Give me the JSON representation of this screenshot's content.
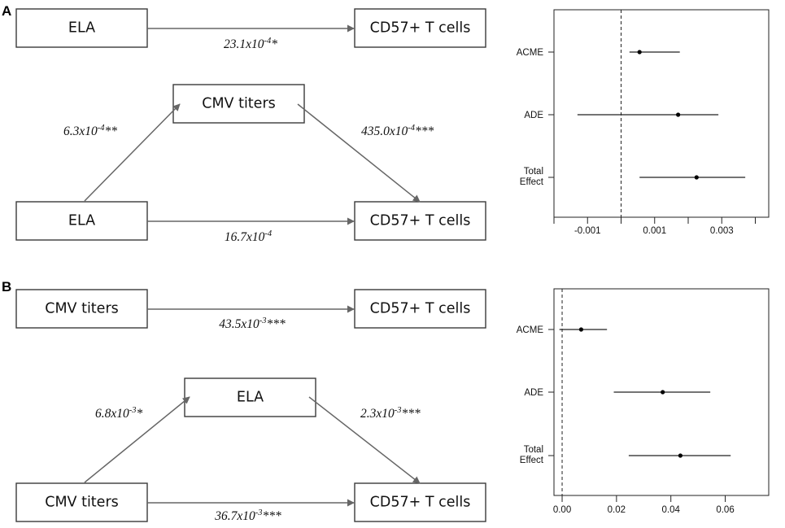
{
  "panels": [
    {
      "letter": "A",
      "direct": {
        "from": "ELA",
        "to": "CD57+ T cells",
        "coef_base": "23.1x10",
        "coef_exp": "-4",
        "coef_sig": "*"
      },
      "mediation": {
        "mediator": "CMV titers",
        "x": "ELA",
        "y": "CD57+ T cells",
        "a": {
          "base": "6.3x10",
          "exp": "-4",
          "sig": "**"
        },
        "b": {
          "base": "435.0x10",
          "exp": "-4",
          "sig": "***"
        },
        "c_prime": {
          "base": "16.7x10",
          "exp": "-4",
          "sig": ""
        }
      }
    },
    {
      "letter": "B",
      "direct": {
        "from": "CMV titers",
        "to": "CD57+ T cells",
        "coef_base": "43.5x10",
        "coef_exp": "-3",
        "coef_sig": "***"
      },
      "mediation": {
        "mediator": "ELA",
        "x": "CMV titers",
        "y": "CD57+ T cells",
        "a": {
          "base": "6.8x10",
          "exp": "-3",
          "sig": "*"
        },
        "b": {
          "base": "2.3x10",
          "exp": "-3",
          "sig": "***"
        },
        "c_prime": {
          "base": "36.7x10",
          "exp": "-3",
          "sig": "***"
        }
      }
    }
  ],
  "chart_data": [
    {
      "type": "scatter",
      "panel": "A",
      "categories": [
        "ACME",
        "ADE",
        "Total Effect"
      ],
      "category_lines": [
        [
          "ACME"
        ],
        [
          "ADE"
        ],
        [
          "Total",
          "Effect"
        ]
      ],
      "estimate": [
        0.00055,
        0.0017,
        0.00225
      ],
      "ci_low": [
        0.00025,
        -0.0013,
        0.00055
      ],
      "ci_high": [
        0.00175,
        0.0029,
        0.0037
      ],
      "xlim": [
        -0.002,
        0.0044
      ],
      "xticks": [
        -0.002,
        -0.001,
        0.0,
        0.001,
        0.002,
        0.003,
        0.004
      ],
      "xtick_labels": [
        "",
        "-0.001",
        "",
        "0.001",
        "",
        "0.003",
        ""
      ],
      "reference_line": 0,
      "grid": false
    },
    {
      "type": "scatter",
      "panel": "B",
      "categories": [
        "ACME",
        "ADE",
        "Total Effect"
      ],
      "category_lines": [
        [
          "ACME"
        ],
        [
          "ADE"
        ],
        [
          "Total",
          "Effect"
        ]
      ],
      "estimate": [
        0.007,
        0.037,
        0.0435
      ],
      "ci_low": [
        -0.001,
        0.019,
        0.0245
      ],
      "ci_high": [
        0.0165,
        0.0545,
        0.062
      ],
      "xlim": [
        -0.003,
        0.076
      ],
      "xticks": [
        0.0,
        0.02,
        0.04,
        0.06
      ],
      "xtick_labels": [
        "0.00",
        "0.02",
        "0.04",
        "0.06"
      ],
      "reference_line": 0,
      "grid": false
    }
  ]
}
